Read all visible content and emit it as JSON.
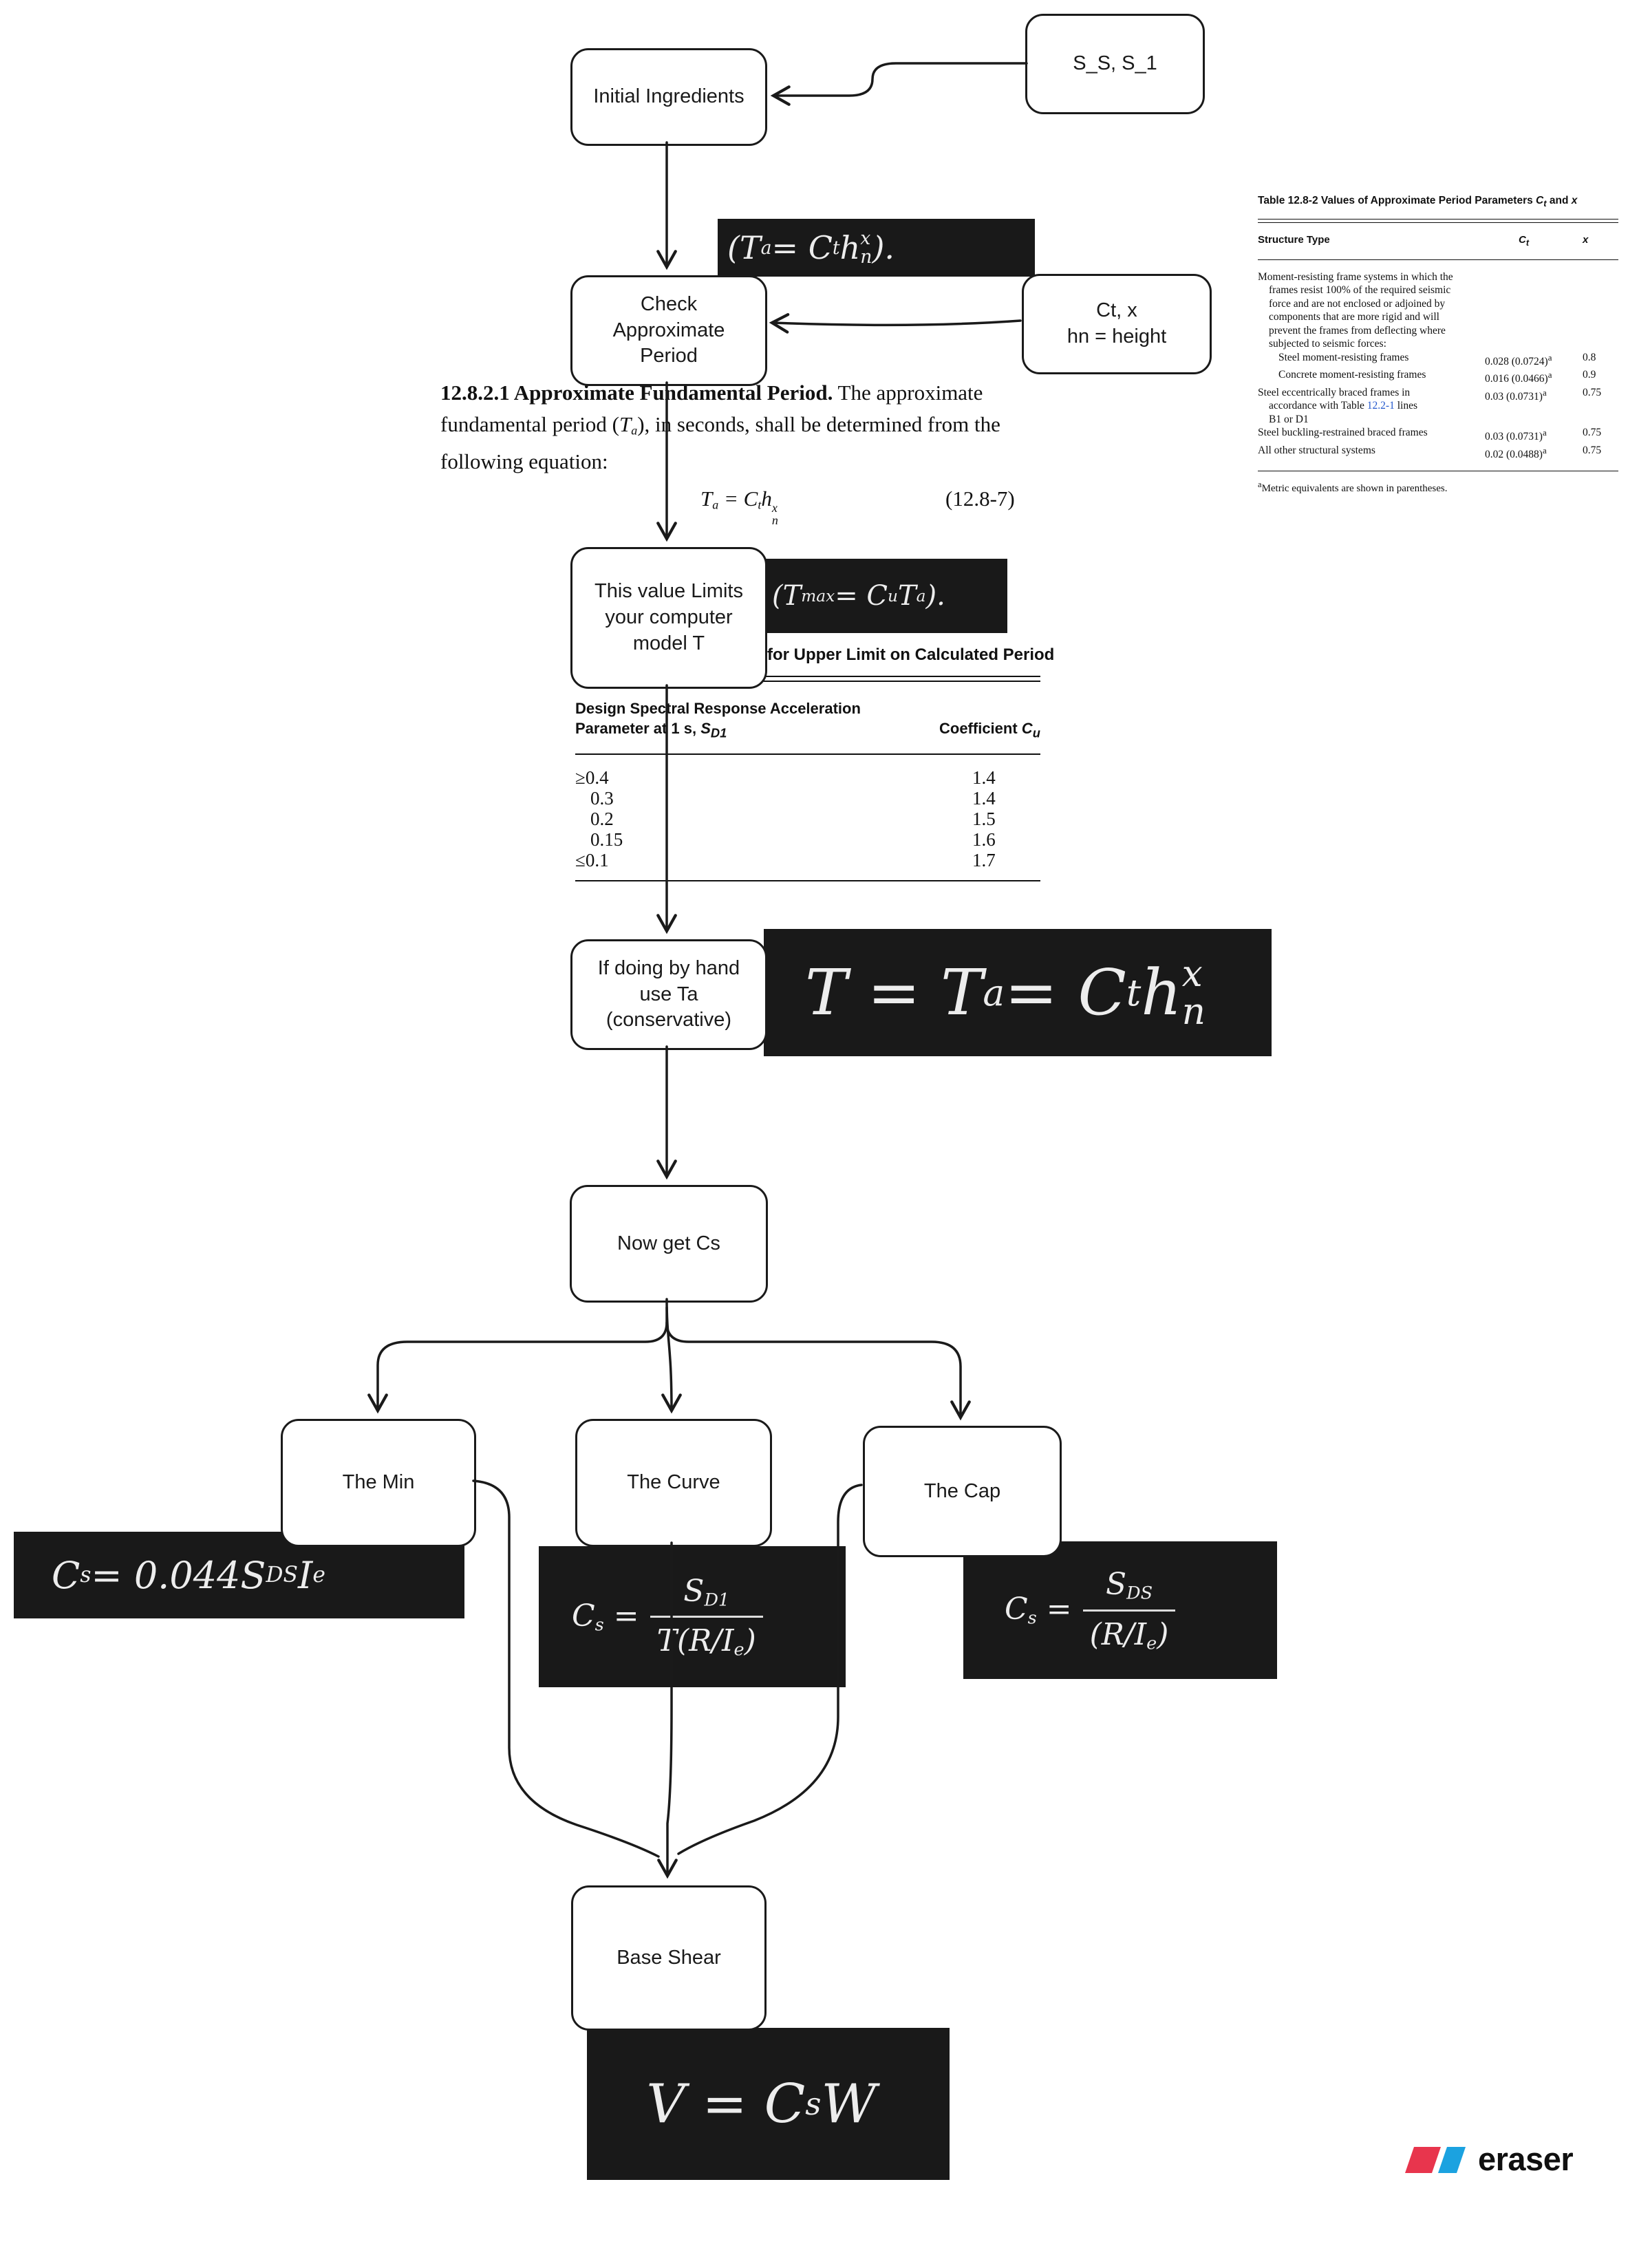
{
  "colors": {
    "ink": "#1a1a1a",
    "node_fill": "#ffffff",
    "equation_bg": "#191919",
    "equation_text": "#ededed",
    "link_blue": "#2257cc",
    "logo_red": "#e8354d",
    "logo_blue": "#1ba2e0"
  },
  "nodes": {
    "initial_ingredients": "Initial Ingredients",
    "s_inputs": "S_S, S_1",
    "check_period": "Check\nApproximate\nPeriod",
    "ct_x": "Ct, x\nhn = height",
    "limit_model": "This value Limits\nyour computer\nmodel T",
    "hand_ta": "If doing by hand\nuse Ta\n(conservative)",
    "get_cs": "Now get Cs",
    "the_min": "The Min",
    "the_curve": "The Curve",
    "the_cap": "The Cap",
    "base_shear": "Base Shear"
  },
  "equations": {
    "approx_period": "(T_{a} = C_{t}h§{x}{n}).",
    "t_max": "(T_{max} = C_{u}T_{a}).",
    "hand_t": "T = T_{a} = C_{t}h§{x}{n}",
    "cs_min": "C_{s} = 0.044S_{DS}I_{e}",
    "cs_curve_lhs": "C_{s} =",
    "cs_curve_num": "S_{D1}",
    "cs_curve_den": "T(R/I_{e})",
    "cs_cap_lhs": "C_{s} =",
    "cs_cap_num": "S_{DS}",
    "cs_cap_den": "(R/I_{e})",
    "base_shear": "V = C_{s}W"
  },
  "excerpt": {
    "lines": [
      "**12.8.2.1  Approximate Fundamental Period.**  The approximate",
      "fundamental period (*T_{a}*), in seconds, shall be determined from the",
      "following equation:"
    ],
    "equation": "*T_{a} = C_{t}h§{x}{n}*",
    "equation_number": "(12.8-7)"
  },
  "table_12_8_1": {
    "title": "Table 12.8-1 Coefficient for Upper Limit on Calculated Period",
    "col1_header": [
      "Design Spectral Response Acceleration",
      "Parameter at 1 s, *S_{D1}*"
    ],
    "col2_header": "Coefficient *C_{u}*",
    "rows": [
      {
        "sd1": "≥0.4",
        "cu": "1.4"
      },
      {
        "sd1": "0.3",
        "cu": "1.4"
      },
      {
        "sd1": "0.2",
        "cu": "1.5"
      },
      {
        "sd1": "0.15",
        "cu": "1.6"
      },
      {
        "sd1": "≤0.1",
        "cu": "1.7"
      }
    ]
  },
  "table_12_8_2": {
    "title": "Table 12.8-2   Values of Approximate Period Parameters *C_{t}* and *x*",
    "col_headers": [
      "Structure Type",
      "*C_{t}*",
      "*x*"
    ],
    "rows": [
      {
        "lines": [
          "Moment-resisting frame systems in which the",
          "frames resist 100% of the required seismic",
          "force and are not enclosed or adjoined by",
          "components that are more rigid and will",
          "prevent the frames from deflecting where",
          "subjected to seismic forces:"
        ],
        "indents": [
          0,
          1,
          1,
          1,
          1,
          1
        ],
        "ct": "",
        "x": ""
      },
      {
        "lines": [
          "Steel moment-resisting frames"
        ],
        "indents": [
          2
        ],
        "ct": "0.028 (0.0724)^{a}",
        "x": "0.8"
      },
      {
        "lines": [
          "Concrete moment-resisting frames"
        ],
        "indents": [
          2
        ],
        "ct": "0.016 (0.0466)^{a}",
        "x": "0.9"
      },
      {
        "lines": [
          "Steel eccentrically braced frames in",
          "accordance with Table |12.2-1| lines",
          "B1 or D1"
        ],
        "indents": [
          0,
          1,
          1
        ],
        "ct": "0.03 (0.0731)^{a}",
        "x": "0.75"
      },
      {
        "lines": [
          "Steel buckling-restrained braced frames"
        ],
        "indents": [
          0
        ],
        "ct": "0.03 (0.0731)^{a}",
        "x": "0.75"
      },
      {
        "lines": [
          "All other structural systems"
        ],
        "indents": [
          0
        ],
        "ct": "0.02 (0.0488)^{a}",
        "x": "0.75"
      }
    ],
    "footnote": "^{a}Metric equivalents are shown in parentheses."
  },
  "branding": {
    "logo_text": "eraser"
  }
}
